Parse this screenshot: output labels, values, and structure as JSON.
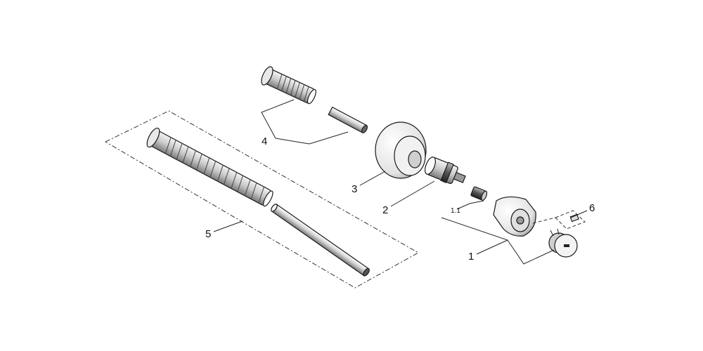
{
  "labels": {
    "p1": "1",
    "p1_1": "1.1",
    "p2": "2",
    "p3": "3",
    "p4": "4",
    "p5": "5",
    "p6": "6"
  }
}
